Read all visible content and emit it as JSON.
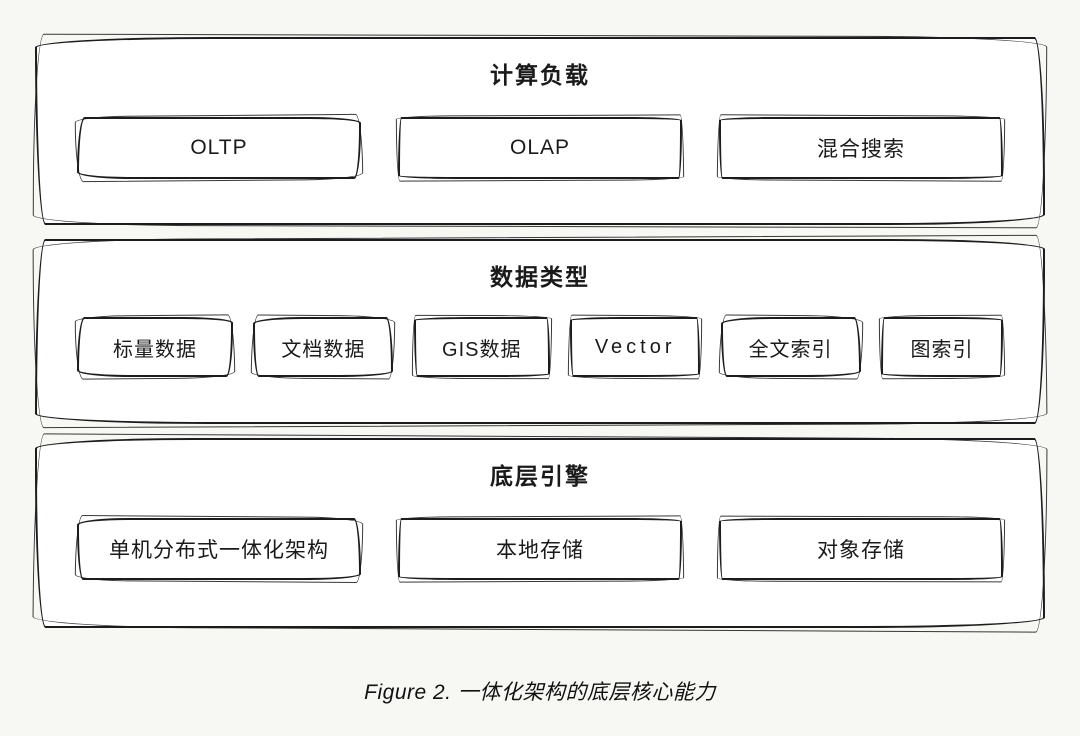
{
  "diagram": {
    "sections": [
      {
        "title": "计算负载",
        "items": [
          {
            "label": "OLTP"
          },
          {
            "label": "OLAP"
          },
          {
            "label": "混合搜索"
          }
        ]
      },
      {
        "title": "数据类型",
        "items": [
          {
            "label": "标量数据"
          },
          {
            "label": "文档数据"
          },
          {
            "label": "GIS数据"
          },
          {
            "label": "Vector"
          },
          {
            "label": "全文索引"
          },
          {
            "label": "图索引"
          }
        ]
      },
      {
        "title": "底层引擎",
        "items": [
          {
            "label": "单机分布式一体化架构"
          },
          {
            "label": "本地存储"
          },
          {
            "label": "对象存储"
          }
        ]
      }
    ],
    "caption": "Figure 2. 一体化架构的底层核心能力"
  },
  "colors": {
    "background": "#f7f7f4",
    "box_fill": "#ffffff",
    "stroke": "#1c1c1c",
    "text": "#1a1a1a"
  }
}
